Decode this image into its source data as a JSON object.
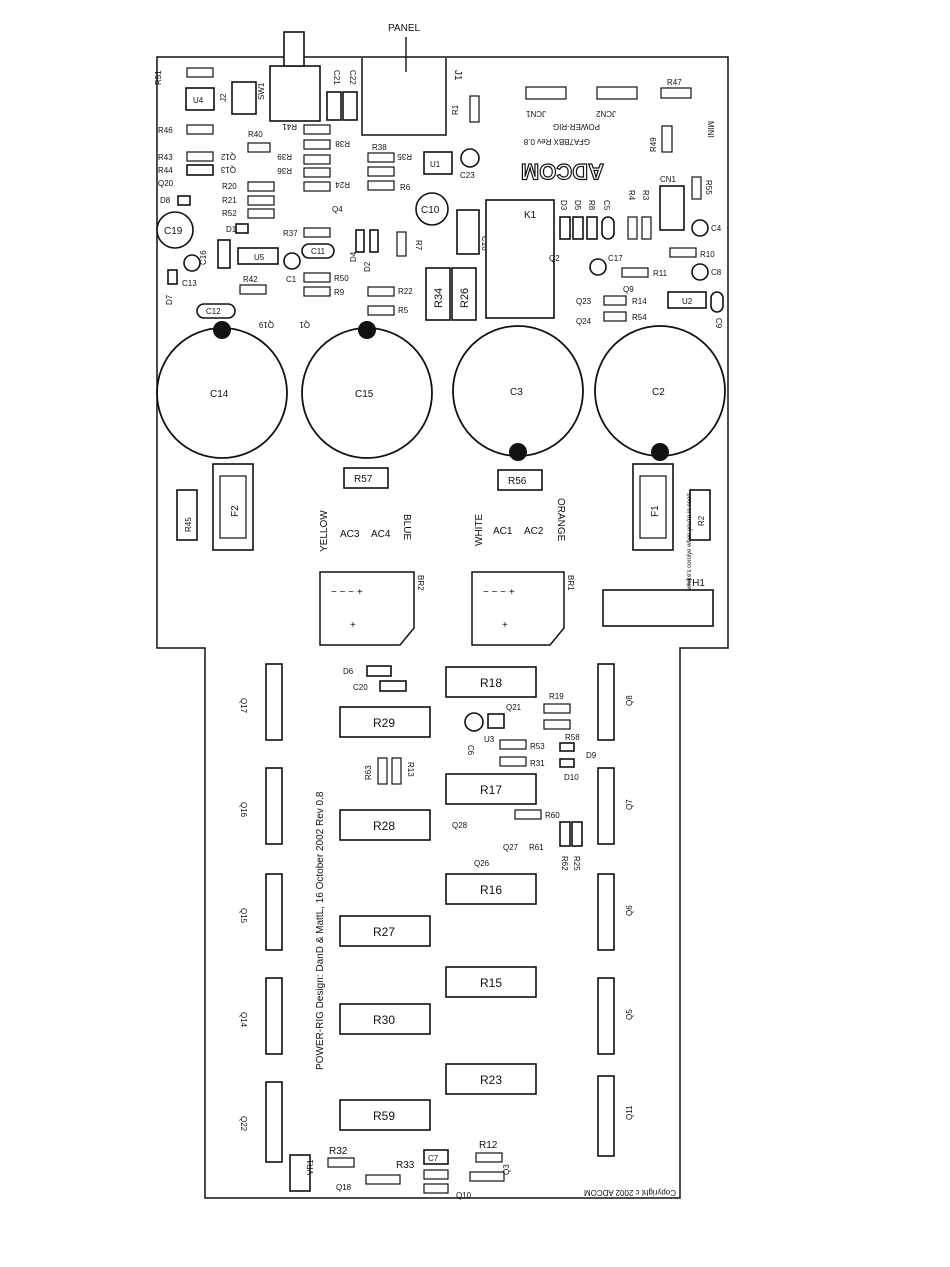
{
  "panel": "PANEL",
  "connector_j1": "J1",
  "logo": "ADCOM",
  "board_title": "GFA7BBX   Rev 0.8",
  "board_sub": "POWER-RIG",
  "mini": "MINI",
  "caps_big": [
    "C14",
    "C15",
    "C3",
    "C2"
  ],
  "ac_left": {
    "c1": "YELLOW",
    "c2": "AC3",
    "c3": "AC4",
    "c4": "BLUE"
  },
  "ac_right": {
    "c1": "WHITE",
    "c2": "AC1",
    "c3": "AC2",
    "c4": "ORANGE"
  },
  "bridges": [
    "BR2",
    "BR1"
  ],
  "th1": "TH1",
  "side_note": "where's corolye when you're in need...",
  "fuses": [
    "F2",
    "F1"
  ],
  "relay": "K1",
  "transistors_left": [
    "Q17",
    "Q16",
    "Q15",
    "Q14",
    "Q22"
  ],
  "transistors_right": [
    "Q8",
    "Q7",
    "Q6",
    "Q5",
    "Q11"
  ],
  "power_resistors_left": [
    "R29",
    "R28",
    "R27",
    "R30",
    "R59"
  ],
  "power_resistors_right": [
    "R18",
    "R17",
    "R16",
    "R15",
    "R23"
  ],
  "vertical_credit_1": "POWER-RIG Design: DanD & MattL,  16 October 2002  Rev 0.8",
  "copyright": "Copyright c 2002 ADCOM",
  "vr1": "VR1",
  "small_labels": {
    "r51": "R51",
    "u4": "U4",
    "j2": "J2",
    "sw1": "SW1",
    "c21": "C21",
    "c22": "C22",
    "r1": "R1",
    "jcn1": "JCN1",
    "jcn2": "JCN2",
    "r47": "R47",
    "r49": "R49",
    "r46": "R46",
    "r40": "R40",
    "r41": "R41",
    "r43": "R43",
    "r44": "R44",
    "q12": "Q12",
    "q13": "Q13",
    "q20": "Q20",
    "d8": "D8",
    "r20": "R20",
    "r21": "R21",
    "r52": "R52",
    "c19": "C19",
    "d1": "D1",
    "r37": "R37",
    "r39": "R39",
    "r38": "R38",
    "r36": "R36",
    "r24": "R24",
    "r35": "R35",
    "r6": "R6",
    "u1": "U1",
    "c23": "C23",
    "c10": "C10",
    "q4": "Q4",
    "c11": "C11",
    "d4": "D4",
    "d2": "D2",
    "r7": "R7",
    "c16": "C16",
    "u5": "U5",
    "c1": "C1",
    "c13": "C13",
    "d7": "D7",
    "r42": "R42",
    "r50": "R50",
    "r9": "R9",
    "r22": "R22",
    "r5": "R5",
    "c12": "C12",
    "q19": "Q19",
    "q1": "Q1",
    "r34": "R34",
    "r26": "R26",
    "d3": "D3",
    "d5": "D5",
    "r8": "R8",
    "c5": "C5",
    "r4": "R4",
    "r3": "R3",
    "cn1": "CN1",
    "r55": "R55",
    "c4": "C4",
    "r10": "R10",
    "q2": "Q2",
    "c17": "C17",
    "r11": "R11",
    "c8": "C8",
    "q9": "Q9",
    "q23": "Q23",
    "r14": "R14",
    "q24": "Q24",
    "r54": "R54",
    "u2": "U2",
    "c9": "C9",
    "r57": "R57",
    "r56": "R56",
    "r45": "R45",
    "r2": "R2",
    "d6": "D6",
    "c20": "C20",
    "r19": "R19",
    "q21": "Q21",
    "u3": "U3",
    "c6": "C6",
    "r58": "R58",
    "r53": "R53",
    "d9": "D9",
    "r31": "R31",
    "d10": "D10",
    "r63": "R63",
    "r13": "R13",
    "r60": "R60",
    "q28": "Q28",
    "q27": "Q27",
    "r61": "R61",
    "q26": "Q26",
    "r62": "R62",
    "r25": "R25",
    "r32": "R32",
    "r33": "R33",
    "c7": "C7",
    "r12": "R12",
    "q18": "Q18",
    "q10": "Q10",
    "q3": "Q3"
  }
}
